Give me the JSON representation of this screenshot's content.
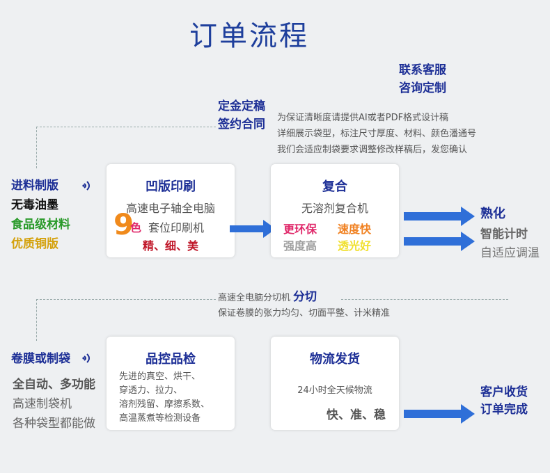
{
  "title": "订单流程",
  "contact": {
    "line1": "联系客服",
    "line2": "咨询定制"
  },
  "deposit": {
    "line1": "定金定稿",
    "line2": "签约合同"
  },
  "notes_top": [
    "为保证清晰度请提供AI或者PDF格式设计稿",
    "详细展示袋型，标注尺寸厚度、材料、颜色潘通号",
    "我们会适应制袋要求调整修改样稿后，发您确认"
  ],
  "left_top": [
    {
      "text": "进料制版",
      "color": "#1d2f96"
    },
    {
      "text": "无毒油墨",
      "color": "#111111"
    },
    {
      "text": "食品级材料",
      "color": "#2a9a2a"
    },
    {
      "text": "优质铜版",
      "color": "#d4a10c"
    }
  ],
  "print_box": {
    "title": "凹版印刷",
    "line1": "高速电子轴全电脑",
    "big": "9",
    "se": "色",
    "line2": "套位印刷机",
    "line3": "精、细、美"
  },
  "composite_box": {
    "title": "复合",
    "line1": "无溶剂复合机",
    "row1": [
      {
        "text": "更环保",
        "color": "#e0286a"
      },
      {
        "text": "速度快",
        "color": "#f08020"
      }
    ],
    "row2": [
      {
        "text": "强度高",
        "color": "#a0a0a0"
      },
      {
        "text": "透光好",
        "color": "#f0e030"
      }
    ]
  },
  "cure": {
    "title": "熟化",
    "line1": "智能计时",
    "line2": "自适应调温"
  },
  "cut_note": {
    "line1": "高速全电脑分切机",
    "label": "分切",
    "line2": "保证卷膜的张力均匀、切面平整、计米精准"
  },
  "left_bottom": {
    "title": "卷膜或制袋",
    "line1": "全自动、多功能",
    "line2": "高速制袋机",
    "line3": "各种袋型都能做"
  },
  "qc_box": {
    "title": "品控品检",
    "lines": [
      "先进的真空、烘干、",
      "穿透力、拉力、",
      "溶剂残留、摩擦系数、",
      "高温蒸煮等检测设备"
    ]
  },
  "logistics_box": {
    "title": "物流发货",
    "line1": "24小时全天候物流",
    "line2": "快、准、稳"
  },
  "finish": {
    "line1": "客户收货",
    "line2": "订单完成"
  }
}
